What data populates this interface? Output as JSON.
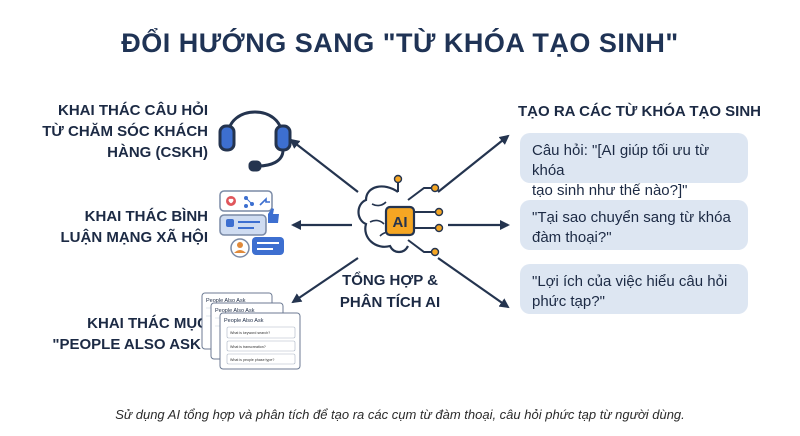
{
  "title": "ĐỔI HƯỚNG SANG \"TỪ KHÓA TẠO SINH\"",
  "left_sources": [
    {
      "line1": "KHAI THÁC CÂU HỎI",
      "line2": "TỪ CHĂM SÓC KHÁCH",
      "line3": "HÀNG (CSKH)",
      "icon": "headset-icon"
    },
    {
      "line1": "KHAI THÁC BÌNH",
      "line2": "LUẬN MẠNG XÃ HỘI",
      "icon": "social-media-icon"
    },
    {
      "line1": "KHAI THÁC MỤC",
      "line2": "\"PEOPLE ALSO ASK\"",
      "icon": "people-also-ask-icon"
    }
  ],
  "center": {
    "chip_label": "AI",
    "line1": "TỔNG HỢP &",
    "line2": "PHÂN TÍCH AI",
    "icon": "ai-brain-chip-icon"
  },
  "right_heading": "TẠO RA CÁC TỪ KHÓA TẠO SINH",
  "bubbles": [
    {
      "line1": "Câu hỏi: \"[AI giúp tối ưu từ khóa",
      "line2": "tạo sinh như thế nào?]\""
    },
    {
      "line1": "\"Tại sao chuyển sang từ khóa",
      "line2": "đàm thoại?\""
    },
    {
      "line1": "\"Lợi ích của việc hiểu câu hỏi",
      "line2": "phức tạp?\""
    }
  ],
  "paa_cards": {
    "header": "People Also Ask",
    "questions": [
      "What is keyword search?",
      "What is transcreation?",
      "What is people phase type?"
    ]
  },
  "caption": "Sử dụng AI tổng hợp và phân tích để tạo ra các cụm từ đàm thoại, câu hỏi phức tạp từ người dùng.",
  "colors": {
    "title": "#1f3355",
    "bubble_bg": "#dde6f2",
    "chip": "#f5a623",
    "arrow": "#24344f",
    "icon_blue": "#3d6fd0"
  }
}
